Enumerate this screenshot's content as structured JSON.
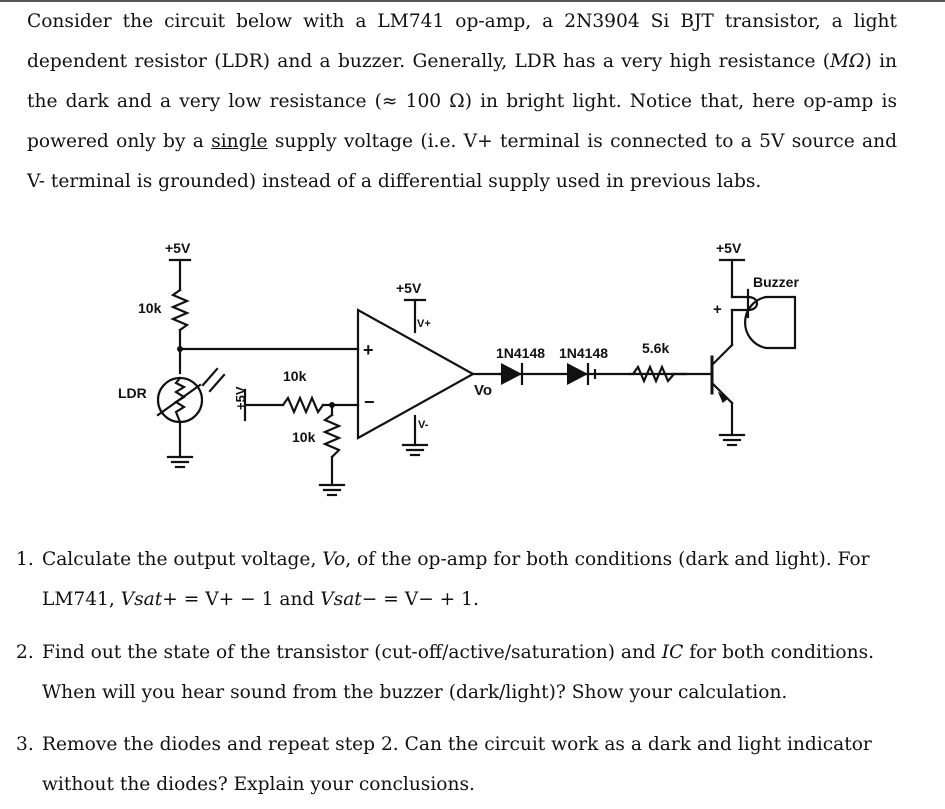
{
  "intro": {
    "part1": "Consider the circuit below with a LM741 op-amp, a 2N3904 Si BJT transistor, a light dependent resistor (LDR) and a buzzer. Generally, LDR has a very high resistance (",
    "mohm": "MΩ",
    "part2": ") in the dark and a very low resistance (≈ 100 Ω) in bright light. Notice that, here op-amp is powered only by a ",
    "single": "single",
    "part3": " supply voltage (i.e. V+ terminal is connected to a 5V source and V- terminal is grounded) instead of a differential supply used in previous labs."
  },
  "circuit": {
    "ldr_supply": "+5V",
    "r_top": "10k",
    "ldr": "LDR",
    "pot_supply": "+5V",
    "r_div_top": "10k",
    "r_div_bottom": "10k",
    "opamp_supply": "+5V",
    "vplus": "V+",
    "vminus": "V-",
    "plus_input": "+",
    "minus_input": "−",
    "vo": "Vo",
    "diode1": "1N4148",
    "diode2": "1N4148",
    "r_base": "5.6k",
    "buzzer_supply": "+5V",
    "buzzer": "Buzzer",
    "buzzer_plus": "+"
  },
  "questions": [
    {
      "number": "1.",
      "line1_a": "Calculate the output voltage, ",
      "vo": "Vo",
      "line1_b": ", of the op-amp for both conditions (dark and light). For",
      "line2_a": "LM741, ",
      "vsatp": "Vsat+",
      "eq1": " = V+ − 1 and ",
      "vsatm": "Vsat−",
      "eq2": " = V− + 1."
    },
    {
      "number": "2.",
      "line1_a": "Find out the state of the transistor (cut-off/active/saturation) and ",
      "ic": "IC",
      "line1_b": " for both conditions.",
      "line2": "When will you hear sound from the buzzer (dark/light)? Show your calculation."
    },
    {
      "number": "3.",
      "line1": "Remove the diodes and repeat step 2. Can the circuit work as a dark and light indicator",
      "line2": "without the diodes? Explain your conclusions."
    }
  ]
}
